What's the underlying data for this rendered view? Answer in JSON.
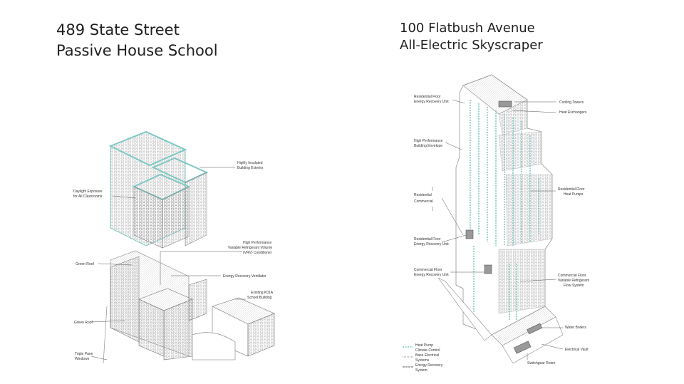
{
  "left": {
    "title_line1": "489 State Street",
    "title_line2": "Passive House School",
    "labels": {
      "daylight_1": "Daylight Exposure",
      "daylight_2": "for All Classrooms",
      "insulated_1": "Highly Insulated",
      "insulated_2": "Building Exterior",
      "vrv_1": "High Performance",
      "vrv_2": "Variable Refrigerant Volume",
      "vrv_3": "(VRV) Conditioner",
      "green_roof_upper": "Green Roof",
      "erv": "Energy Recovery Ventilator",
      "existing_1": "Existing K01A",
      "existing_2": "School Building",
      "green_roof_lower": "Green Roof",
      "triple_1": "Triple Pane",
      "triple_2": "Windows"
    }
  },
  "right": {
    "title_line1": "100 Flatbush Avenue",
    "title_line2": "All-Electric Skyscraper",
    "labels": {
      "res_erv_top_1": "Residential Floor",
      "res_erv_top_2": "Energy Recovery Unit",
      "cooling_towers": "Cooling Towers",
      "heat_exchangers": "Heat Exchangers",
      "envelope_1": "High Performance",
      "envelope_2": "Building Envelope",
      "residential": "Residential",
      "commercial": "Commercial",
      "res_hp_1": "Residential Floor",
      "res_hp_2": "Heat Pumps",
      "res_erv_mid_1": "Residential Floor",
      "res_erv_mid_2": "Energy Recovery Unit",
      "com_erv_1": "Commercial Floor",
      "com_erv_2": "Energy Recovery Unit",
      "com_vrf_1": "Commercial Floor",
      "com_vrf_2": "Variable Refrigerant",
      "com_vrf_3": "Flow System",
      "water_boilers": "Water Boilers",
      "electrical_vault": "Electrical Vault",
      "switchgear": "Switchgear Room"
    },
    "legend": {
      "heat_pump_1": "Heat Pump",
      "heat_pump_2": "Climate Control",
      "base_elec_1": "Base Electrical",
      "base_elec_2": "Systems",
      "erv_sys_1": "Energy Recovery",
      "erv_sys_2": "System"
    }
  },
  "colors": {
    "teal": "#7fc8c4",
    "line": "#555555",
    "hatch": "#bdbdbd"
  }
}
